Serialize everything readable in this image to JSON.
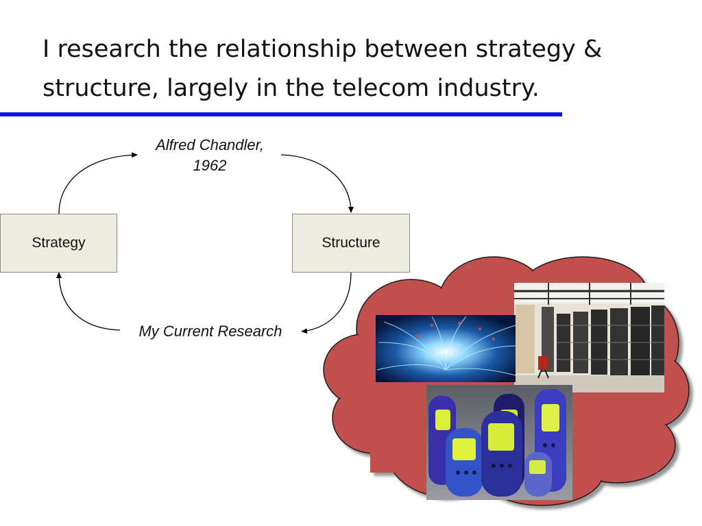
{
  "slide": {
    "title_line1": "I research the relationship between strategy &",
    "title_line2": "structure, largely in the telecom industry."
  },
  "diagram": {
    "left_box": "Strategy",
    "right_box": "Structure",
    "top_label_line1": "Alfred Chandler,",
    "top_label_line2": "1962",
    "bottom_label": "My Current Research"
  },
  "colors": {
    "title_rule": "#0a14e6",
    "box_fill": "#eeece1",
    "cloud_fill": "#c0504d"
  },
  "images": [
    {
      "icon": "fiber-optics-image"
    },
    {
      "icon": "server-room-image"
    },
    {
      "icon": "cell-phones-image"
    }
  ]
}
